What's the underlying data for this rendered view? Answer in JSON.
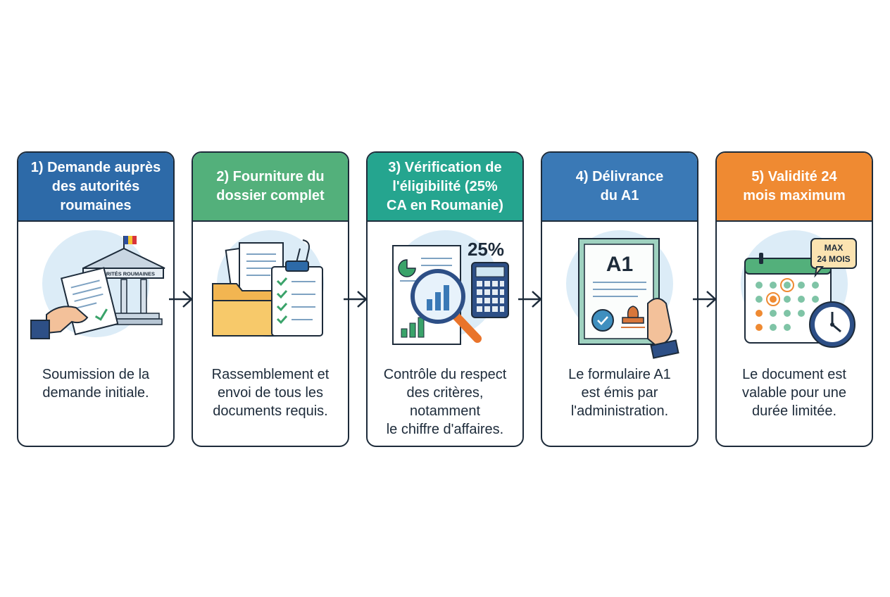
{
  "steps": [
    {
      "title": "1) Demande auprès\ndes autorités\nroumaines",
      "description": "Soumission de la\ndemande initiale.",
      "icon_label": "AUTORITÉS ROUMAINES",
      "header_color": "#2d6aa8"
    },
    {
      "title": "2) Fourniture du\ndossier complet",
      "description": "Rassemblement et\nenvoi de tous les\ndocuments requis.",
      "header_color": "#53b07b"
    },
    {
      "title": "3) Vérification de\nl'éligibilité (25%\nCA en Roumanie)",
      "description": "Contrôle du respect\ndes critères,\nnotamment\nle chiffre d'affaires.",
      "icon_label": "25%",
      "header_color": "#25a58f"
    },
    {
      "title": "4) Délivrance\ndu A1",
      "description": "Le formulaire A1\nest émis par\nl'administration.",
      "icon_label": "A1",
      "header_color": "#3a79b6"
    },
    {
      "title": "5) Validité 24\nmois maximum",
      "description": "Le document est\nvalable pour une\ndurée limitée.",
      "icon_label_line1": "MAX",
      "icon_label_line2": "24 MOIS",
      "header_color": "#ef8a32"
    }
  ],
  "icons": [
    "government-building-icon",
    "folder-documents-icon",
    "magnifier-chart-icon",
    "certificate-a1-icon",
    "calendar-clock-icon"
  ],
  "arrow_icon": "arrow-right-icon"
}
